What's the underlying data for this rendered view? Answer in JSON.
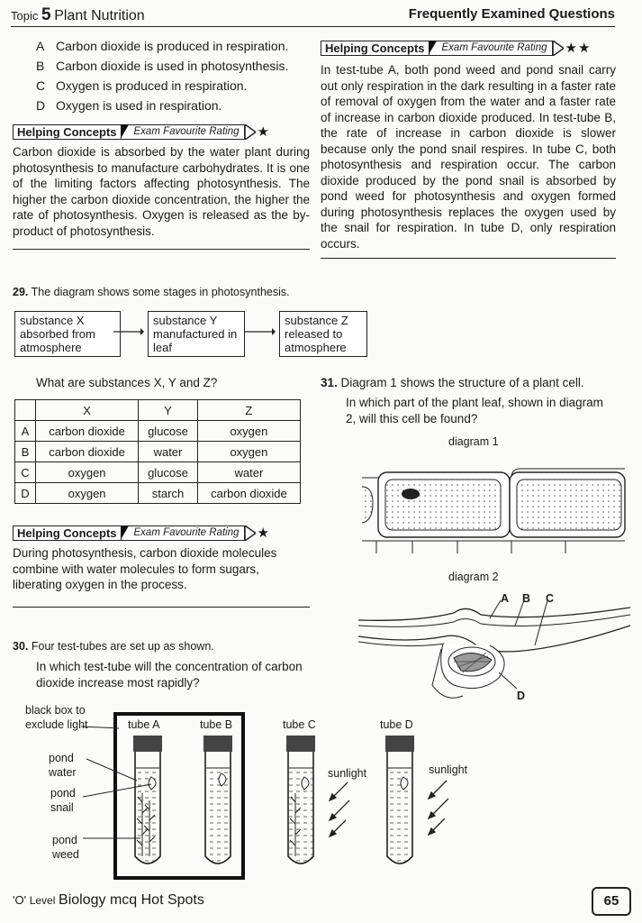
{
  "header": {
    "topic_word": "Topic",
    "topic_num": "5",
    "topic_title": "Plant Nutrition",
    "right_title": "Frequently Examined Questions"
  },
  "q28_options": [
    {
      "letter": "A",
      "text": "Carbon dioxide is produced in respiration."
    },
    {
      "letter": "B",
      "text": "Carbon dioxide is used in photosynthesis."
    },
    {
      "letter": "C",
      "text": "Oxygen is produced in respiration."
    },
    {
      "letter": "D",
      "text": "Oxygen is used in respiration."
    }
  ],
  "helping": {
    "label": "Helping Concepts",
    "rating_label": "Exam Favourite Rating",
    "star": "★"
  },
  "hc28_text": "Carbon dioxide is absorbed by the water plant during photosynthesis to manufacture carbohydrates. It is one of the limiting factors affecting photosynthesis. The higher the carbon dioxide concentration, the higher the rate of photosynthesis. Oxygen is released as the by-product of photosynthesis.",
  "hc30_text": "In test-tube A, both pond weed and pond snail carry out only respiration in the dark resulting in a faster rate of removal of oxygen from the water and a faster rate of increase in carbon dioxide produced. In test-tube B, the rate of increase in carbon dioxide is slower because only the pond snail respires. In tube C, both photosynthesis and respiration occur. The carbon dioxide produced by the pond snail is absorbed by pond weed for photosynthesis and oxygen formed during photosynthesis replaces the oxygen used by the snail for respiration. In tube D, only respiration occurs.",
  "q29": {
    "number": "29.",
    "stem": "The diagram shows some stages in photosynthesis.",
    "flow": [
      {
        "name": "substance X",
        "rest": "absorbed from atmosphere"
      },
      {
        "name": "substance Y",
        "rest": "manufactured in leaf"
      },
      {
        "name": "substance Z",
        "rest": "released to atmosphere"
      }
    ],
    "question": "What are substances X, Y and Z?",
    "headers": [
      "X",
      "Y",
      "Z"
    ],
    "rows": [
      {
        "letter": "A",
        "x": "carbon dioxide",
        "y": "glucose",
        "z": "oxygen"
      },
      {
        "letter": "B",
        "x": "carbon dioxide",
        "y": "water",
        "z": "oxygen"
      },
      {
        "letter": "C",
        "x": "oxygen",
        "y": "glucose",
        "z": "water"
      },
      {
        "letter": "D",
        "x": "oxygen",
        "y": "starch",
        "z": "carbon dioxide"
      }
    ],
    "hc_text": "During photosynthesis, carbon dioxide molecules combine with water molecules to form sugars, liberating oxygen in the process."
  },
  "q30": {
    "number": "30.",
    "stem": "Four test-tubes are set up as shown.",
    "question": "In which test-tube will the concentration of carbon dioxide increase most rapidly?",
    "labels": {
      "black_box": "black box to exclude light",
      "pond_water": "pond water",
      "pond_snail": "pond snail",
      "pond_weed": "pond weed",
      "sunlight": "sunlight"
    },
    "tubes": [
      "tube A",
      "tube B",
      "tube C",
      "tube D"
    ]
  },
  "q31": {
    "number": "31.",
    "stem": "Diagram 1 shows the structure of a plant cell.",
    "question": "In which part of the plant leaf, shown in diagram 2, will this cell be found?",
    "diagram1": "diagram 1",
    "diagram2": "diagram 2",
    "parts": [
      "A",
      "B",
      "C",
      "D"
    ]
  },
  "footer": {
    "prefix": "'O'",
    "level": "Level",
    "title": "Biology mcq Hot Spots",
    "page": "65"
  }
}
